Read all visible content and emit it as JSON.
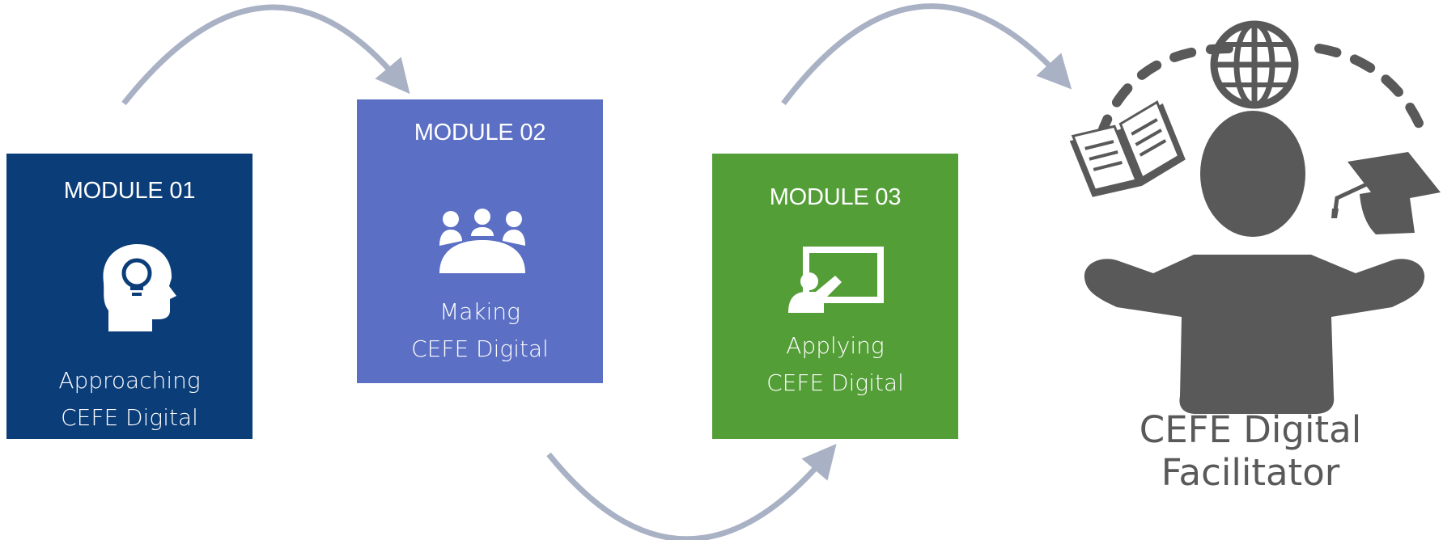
{
  "modules": [
    {
      "title": "MODULE 01",
      "line1": "Approaching",
      "line2": "CEFE Digital",
      "icon": "head-lightbulb-icon",
      "color": "#0b3d79"
    },
    {
      "title": "MODULE 02",
      "line1": "Making",
      "line2": "CEFE Digital",
      "icon": "meeting-group-icon",
      "color": "#5b6fc4"
    },
    {
      "title": "MODULE 03",
      "line1": "Applying",
      "line2": "CEFE Digital",
      "icon": "teacher-board-icon",
      "color": "#549e38"
    }
  ],
  "outcome": {
    "label": "CEFE Digital Facilitator",
    "icon": "facilitator-juggling-icon",
    "color": "#595959"
  },
  "arrow_color": "#a9b1c4"
}
